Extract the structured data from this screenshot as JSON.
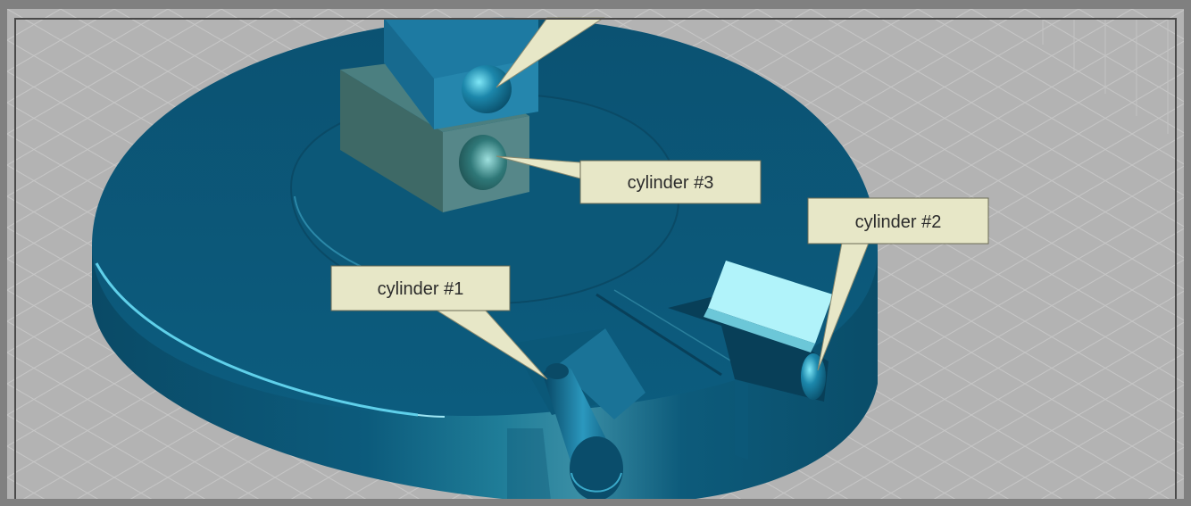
{
  "viewport": {
    "background": "#b4b4b4",
    "grid_color": "#c8c8c8",
    "frame_color": "#808080"
  },
  "model": {
    "base_color": "#0b5877",
    "base_side_color": "#0a4f6b",
    "highlight_color": "#66d6ee",
    "block_color": "#3a6e70",
    "block_top_color": "#4d7f82",
    "block2_color": "#1b6f93",
    "slide_block_color": "#b0f4fb"
  },
  "callouts": {
    "cylinder_1": {
      "label": "cylinder #1",
      "fill": "#e7e7c7"
    },
    "cylinder_2": {
      "label": "cylinder #2",
      "fill": "#e7e7c7"
    },
    "cylinder_3": {
      "label": "cylinder #3",
      "fill": "#e7e7c7"
    },
    "top_callout": {
      "fill": "#e7e7c7"
    }
  }
}
